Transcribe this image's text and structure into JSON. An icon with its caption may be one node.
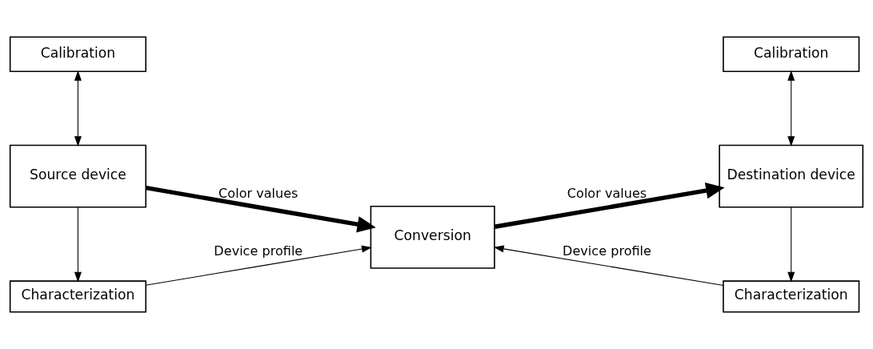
{
  "diagram": {
    "nodes": [
      {
        "text": [
          "Characterization"
        ]
      },
      {
        "text": [
          "Source device"
        ]
      },
      {
        "text": [
          "Calibration"
        ]
      },
      {
        "text": [
          "Conversion"
        ]
      },
      {
        "text": [
          "Characterization"
        ]
      },
      {
        "text": [
          "Destination device"
        ]
      },
      {
        "text": [
          "Calibration"
        ]
      }
    ],
    "edges": [
      {
        "from": 1,
        "to": 0,
        "arrow": "to"
      },
      {
        "from": 0,
        "to": 3,
        "arrow": "to",
        "label": "Device profile"
      },
      {
        "from": 2,
        "to": 1,
        "arrow": "both"
      },
      {
        "from": 1,
        "to": 3,
        "arrow": "to",
        "label": "Color values",
        "style": "thick"
      },
      {
        "from": 4,
        "to": 3,
        "arrow": "to",
        "label": "Device profile"
      },
      {
        "from": 3,
        "to": 5,
        "arrow": "to",
        "label": "Color values",
        "style": "thick"
      },
      {
        "from": 5,
        "to": 4,
        "arrow": "to"
      },
      {
        "from": 6,
        "to": 5,
        "arrow": "both"
      }
    ]
  }
}
